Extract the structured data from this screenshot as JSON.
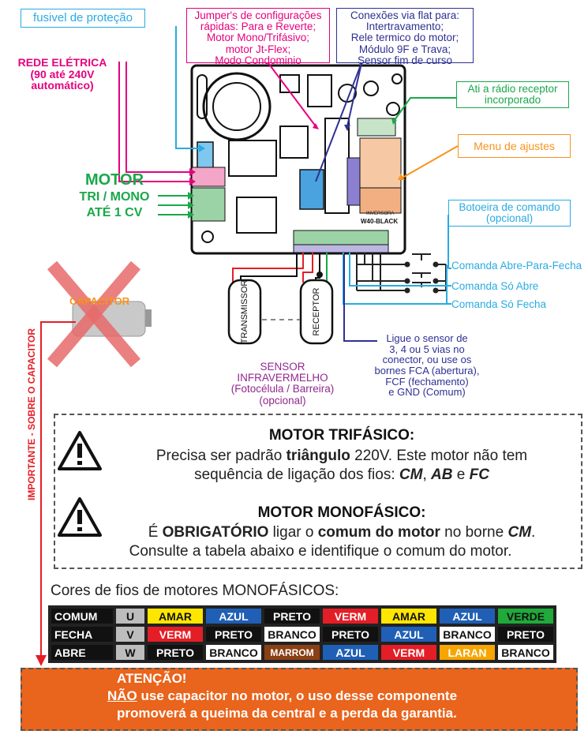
{
  "callouts": {
    "fusivel": "fusivel de proteção",
    "rede": [
      "REDE ELÉTRICA",
      "(90 até 240V",
      "automático)"
    ],
    "motor_title": "MOTOR",
    "motor_sub": [
      "TRI / MONO",
      "ATÉ 1 CV"
    ],
    "jumper": [
      "Jumper's de configurações",
      "rápidas: Para e Reverte;",
      "Motor Mono/Trifásivo;",
      "motor Jt-Flex;",
      "Modo Condominio"
    ],
    "conexoes": [
      "Conexões via flat para:",
      "Intertravamento;",
      "Rele termico do motor;",
      "Módulo 9F e Trava;",
      "Sensor fim de curso"
    ],
    "radio": [
      "Ati  a rádio receptor",
      "incorporado"
    ],
    "menu": "Menu de ajustes",
    "botoeira": [
      "Botoeira de comando",
      "(opcional)"
    ],
    "comanda": [
      "Comanda Abre-Para-Fecha",
      "Comanda Só Abre",
      "Comanda Só Fecha"
    ],
    "sensor_text": [
      "Ligue o sensor de",
      "3, 4 ou 5 vias no",
      "conector, ou use os",
      "bornes FCA (abertura),",
      "FCF (fechamento)",
      "e GND (Comum)"
    ],
    "transmissor": "TRANSMISSOR",
    "receptor": "RECEPTOR",
    "sensor_ir": [
      "SENSOR",
      "INFRAVERMELHO",
      "(Fotocélula / Barreira)",
      "(opcional)"
    ],
    "capacitor": "CAPACITOR",
    "importante": "IMPORTANTE - SOBRE O CAPACITOR",
    "board_name": "W40-BLACK",
    "board_brand": "INVERSORA"
  },
  "warnings": {
    "tri_title": "MOTOR TRIFÁSICO:",
    "tri_l1a": "Precisa ser padrão ",
    "tri_l1b": "triângulo",
    "tri_l1c": " 220V. Este motor não tem",
    "tri_l2a": "sequência de ligação dos fios: ",
    "tri_cm": "CM",
    "tri_sep1": ", ",
    "tri_ab": "AB",
    "tri_sep2": " e ",
    "tri_fc": "FC",
    "mono_title": "MOTOR MONOFÁSICO:",
    "mono_l1a": "É ",
    "mono_l1b": "OBRIGATÓRIO",
    "mono_l1c": " ligar o ",
    "mono_l1d": "comum do motor",
    "mono_l1e": " no borne ",
    "mono_l1f": "CM",
    "mono_l1g": ".",
    "mono_l2": "Consulte a tabela abaixo e identifique o comum do motor."
  },
  "table": {
    "title": "Cores de fios de motores MONOFÁSICOS:",
    "rows": [
      {
        "label": "COMUM",
        "key": "U",
        "cells": [
          {
            "t": "AMAR",
            "bg": "#ffe600",
            "fg": "#111"
          },
          {
            "t": "AZUL",
            "bg": "#1f5fb5",
            "fg": "#fff"
          },
          {
            "t": "PRETO",
            "bg": "#111111",
            "fg": "#fff"
          },
          {
            "t": "VERM",
            "bg": "#e41e26",
            "fg": "#fff"
          },
          {
            "t": "AMAR",
            "bg": "#ffe600",
            "fg": "#111"
          },
          {
            "t": "AZUL",
            "bg": "#1f5fb5",
            "fg": "#fff"
          },
          {
            "t": "VERDE",
            "bg": "#1faa3a",
            "fg": "#111"
          }
        ]
      },
      {
        "label": "FECHA",
        "key": "V",
        "cells": [
          {
            "t": "VERM",
            "bg": "#e41e26",
            "fg": "#fff"
          },
          {
            "t": "PRETO",
            "bg": "#111111",
            "fg": "#fff"
          },
          {
            "t": "BRANCO",
            "bg": "#ffffff",
            "fg": "#111"
          },
          {
            "t": "PRETO",
            "bg": "#111111",
            "fg": "#fff"
          },
          {
            "t": "AZUL",
            "bg": "#1f5fb5",
            "fg": "#fff"
          },
          {
            "t": "BRANCO",
            "bg": "#ffffff",
            "fg": "#111"
          },
          {
            "t": "PRETO",
            "bg": "#111111",
            "fg": "#fff"
          }
        ]
      },
      {
        "label": "ABRE",
        "key": "W",
        "cells": [
          {
            "t": "PRETO",
            "bg": "#111111",
            "fg": "#fff"
          },
          {
            "t": "BRANCO",
            "bg": "#ffffff",
            "fg": "#111"
          },
          {
            "t": "MARROM",
            "bg": "#8b3f14",
            "fg": "#fff"
          },
          {
            "t": "AZUL",
            "bg": "#1f5fb5",
            "fg": "#fff"
          },
          {
            "t": "VERM",
            "bg": "#e41e26",
            "fg": "#fff"
          },
          {
            "t": "LARAN",
            "bg": "#f7a500",
            "fg": "#fff"
          },
          {
            "t": "BRANCO",
            "bg": "#ffffff",
            "fg": "#111"
          }
        ]
      }
    ]
  },
  "attention": {
    "title": "ATENÇÃO!",
    "nao": "NÃO",
    "line1": " use capacitor no motor, o uso desse componente",
    "line2": "promoverá a queima da central e a perda da garantia."
  },
  "colors": {
    "cyan": "#29abe2",
    "magenta": "#e6007e",
    "green": "#19a84a",
    "navy": "#2e3192",
    "orange": "#f7931e",
    "red": "#e41e26",
    "purple": "#93278f"
  }
}
